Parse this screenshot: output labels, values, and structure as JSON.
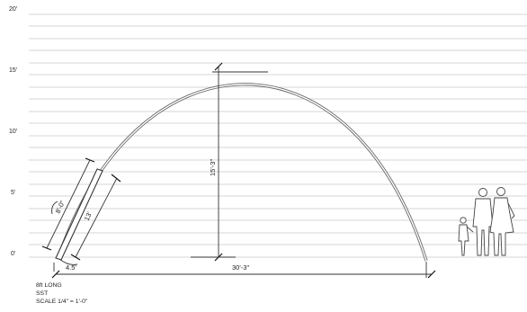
{
  "levels": [
    "20'",
    "15'",
    "10'",
    "5'",
    "0'"
  ],
  "dimensions": {
    "pipe_length": "8'-0\"",
    "segment": "13'",
    "offset": "4.5'",
    "height": "15'-3\"",
    "width": "30'-3\""
  },
  "notes": [
    "8ft LONG",
    "SST",
    "SCALE 1/4\" = 1'-0\""
  ],
  "colors": {
    "grid": "#c8c8c8",
    "arch": "#6a6a6a",
    "ink": "#222222"
  }
}
